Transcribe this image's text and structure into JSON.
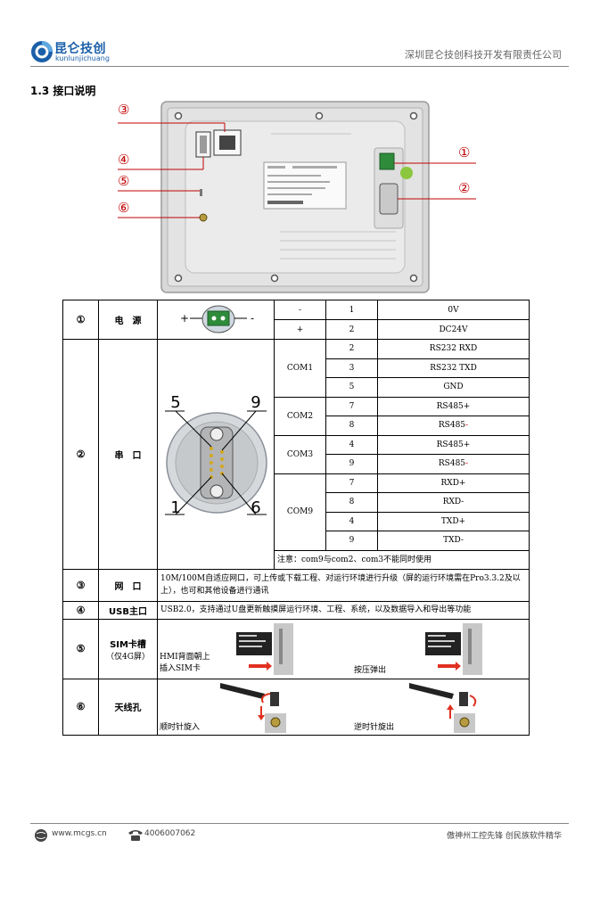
{
  "header": {
    "logo_text": "昆仑技创",
    "logo_sub": "kunlunjichuang",
    "company": "深圳昆仑技创科技开发有限责任公司"
  },
  "section": {
    "title": "1.3  接口说明"
  },
  "figure": {
    "callouts": [
      "③",
      "④",
      "⑤",
      "⑥",
      "①",
      "②"
    ]
  },
  "table": {
    "rows": {
      "power": {
        "num": "①",
        "name": "电　源",
        "label_minus": "-",
        "label_plus": "+",
        "pins": [
          {
            "sign": "-",
            "pin": "1",
            "signal": "0V"
          },
          {
            "sign": "+",
            "pin": "2",
            "signal": "DC24V"
          }
        ]
      },
      "serial": {
        "num": "②",
        "name": "串　口",
        "fig_labels": {
          "tl": "5",
          "tr": "9",
          "bl": "1",
          "br": "6"
        },
        "groups": [
          {
            "name": "COM1",
            "pins": [
              {
                "pin": "2",
                "signal": "RS232 RXD"
              },
              {
                "pin": "3",
                "signal": "RS232 TXD"
              },
              {
                "pin": "5",
                "signal": "GND"
              }
            ]
          },
          {
            "name": "COM2",
            "pins": [
              {
                "pin": "7",
                "signal": "RS485+"
              },
              {
                "pin": "8",
                "signal": "RS485",
                "suffix": "-"
              }
            ]
          },
          {
            "name": "COM3",
            "pins": [
              {
                "pin": "4",
                "signal": "RS485+"
              },
              {
                "pin": "9",
                "signal": "RS485",
                "suffix": "-"
              }
            ]
          },
          {
            "name": "COM9",
            "pins": [
              {
                "pin": "7",
                "signal": "RXD+"
              },
              {
                "pin": "8",
                "signal": "RXD-"
              },
              {
                "pin": "4",
                "signal": "TXD+"
              },
              {
                "pin": "9",
                "signal": "TXD-"
              }
            ]
          }
        ],
        "note": "注意：com9与com2、com3不能同时使用"
      },
      "ethernet": {
        "num": "③",
        "name": "网　口",
        "desc": "10M/100M自适应网口，可上传或下载工程、对运行环境进行升级（屏的运行环境需在Pro3.3.2及以上），也可和其他设备进行通讯"
      },
      "usb": {
        "num": "④",
        "name": "USB主口",
        "desc": "USB2.0，支持通过U盘更新触摸屏运行环境、工程、系统，以及数据导入和导出等功能"
      },
      "sim": {
        "num": "⑤",
        "name": "SIM卡槽",
        "name_sub": "（仅4G屏）",
        "text_left_1": "HMI背面朝上",
        "text_left_2": "插入SIM卡",
        "text_right": "按压弹出"
      },
      "antenna": {
        "num": "⑥",
        "name": "天线孔",
        "text_left": "顺时针旋入",
        "text_right": "逆时针旋出"
      }
    }
  },
  "footer": {
    "website": "www.mcgs.cn",
    "phone": "4006007062",
    "slogan": "傲神州工控先锋  创民族软件精华"
  },
  "colors": {
    "brand": "#1b5fa8",
    "callout_red": "#c00000",
    "arrow_red": "#e03020"
  }
}
